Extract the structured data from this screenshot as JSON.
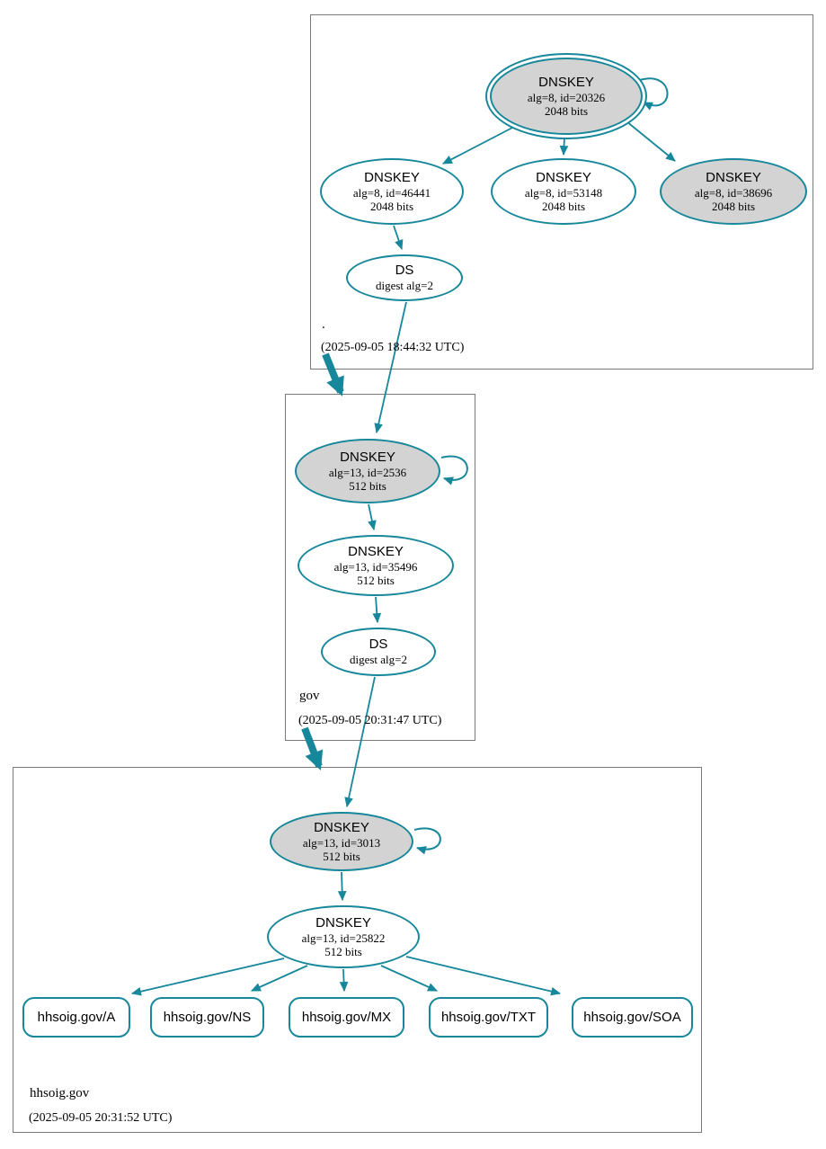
{
  "colors": {
    "edge_teal": "#17879B",
    "ksk_fill_gray": "#d3d3d3",
    "node_fill_white": "#ffffff",
    "box_border_gray": "#7a7a7a",
    "text_black": "#000000"
  },
  "zones": [
    {
      "label": ".",
      "timestamp": "(2025-09-05 18:44:32 UTC)",
      "ksk": {
        "title": "DNSKEY",
        "detail": "alg=8, id=20326",
        "bits": "2048 bits"
      },
      "zsk_left": {
        "title": "DNSKEY",
        "detail": "alg=8, id=46441",
        "bits": "2048 bits"
      },
      "zsk_mid": {
        "title": "DNSKEY",
        "detail": "alg=8, id=53148",
        "bits": "2048 bits"
      },
      "zsk_right": {
        "title": "DNSKEY",
        "detail": "alg=8, id=38696",
        "bits": "2048 bits"
      },
      "ds": {
        "title": "DS",
        "detail": "digest alg=2"
      }
    },
    {
      "label": "gov",
      "timestamp": "(2025-09-05 20:31:47 UTC)",
      "ksk": {
        "title": "DNSKEY",
        "detail": "alg=13, id=2536",
        "bits": "512 bits"
      },
      "zsk": {
        "title": "DNSKEY",
        "detail": "alg=13, id=35496",
        "bits": "512 bits"
      },
      "ds": {
        "title": "DS",
        "detail": "digest alg=2"
      }
    },
    {
      "label": "hhsoig.gov",
      "timestamp": "(2025-09-05 20:31:52 UTC)",
      "ksk": {
        "title": "DNSKEY",
        "detail": "alg=13, id=3013",
        "bits": "512 bits"
      },
      "zsk": {
        "title": "DNSKEY",
        "detail": "alg=13, id=25822",
        "bits": "512 bits"
      },
      "rrsets": [
        {
          "label": "hhsoig.gov/A"
        },
        {
          "label": "hhsoig.gov/NS"
        },
        {
          "label": "hhsoig.gov/MX"
        },
        {
          "label": "hhsoig.gov/TXT"
        },
        {
          "label": "hhsoig.gov/SOA"
        }
      ]
    }
  ]
}
